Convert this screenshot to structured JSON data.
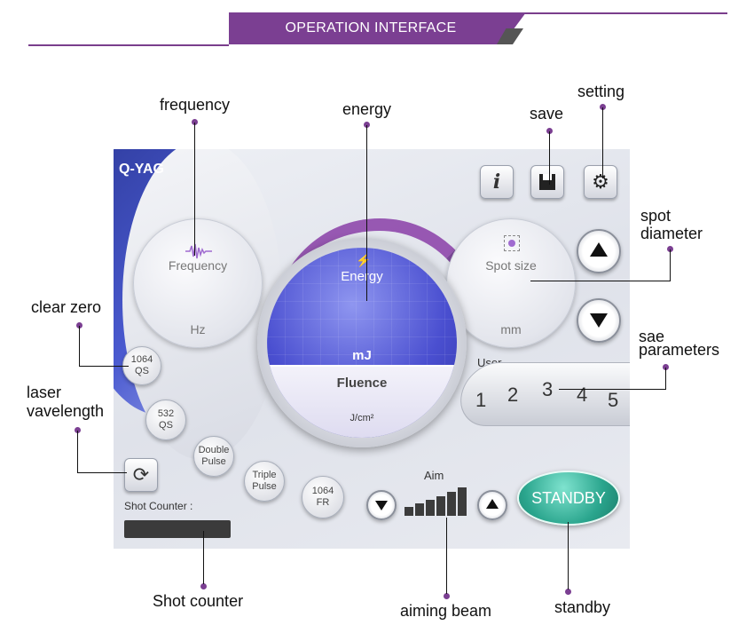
{
  "header": {
    "title": "OPERATION INTERFACE"
  },
  "annotations": {
    "frequency": "frequency",
    "energy": "energy",
    "save": "save",
    "setting": "setting",
    "spot_diameter_1": "spot",
    "spot_diameter_2": "diameter",
    "clear_zero": "clear zero",
    "sae_parameters_1": "sae",
    "sae_parameters_2": "parameters",
    "laser_wavelength_1": "laser",
    "laser_wavelength_2": "vavelength",
    "shot_counter": "Shot counter",
    "aiming_beam": "aiming beam",
    "standby": "standby"
  },
  "panel": {
    "brand": "Q-YAG",
    "frequency": {
      "label": "Frequency",
      "unit": "Hz"
    },
    "energy": {
      "label": "Energy",
      "unit": "mJ",
      "fluence_label": "Fluence",
      "fluence_unit": "J/cm²"
    },
    "spot": {
      "label": "Spot size",
      "unit": "mm"
    },
    "top_buttons": {
      "info": "i"
    },
    "wavelength_buttons": [
      {
        "line1": "1064",
        "line2": "QS"
      },
      {
        "line1": "532",
        "line2": "QS"
      },
      {
        "line1": "Double",
        "line2": "Pulse"
      },
      {
        "line1": "Triple",
        "line2": "Pulse"
      },
      {
        "line1": "1064",
        "line2": "FR"
      }
    ],
    "user": {
      "label": "User",
      "slots": [
        "1",
        "2",
        "3",
        "4",
        "5"
      ]
    },
    "aim": {
      "label": "Aim",
      "bars": 6
    },
    "standby_label": "STANDBY",
    "shot_counter_label": "Shot Counter :"
  },
  "colors": {
    "accent": "#7b3f92",
    "energy": "#4a4fd0",
    "standby": "#2aa58d"
  },
  "icons": [
    "info-icon",
    "save-icon",
    "gear-icon",
    "refresh-icon",
    "frequency-wave-icon",
    "lightning-icon",
    "target-icon",
    "arrow-up-icon",
    "arrow-down-icon"
  ]
}
